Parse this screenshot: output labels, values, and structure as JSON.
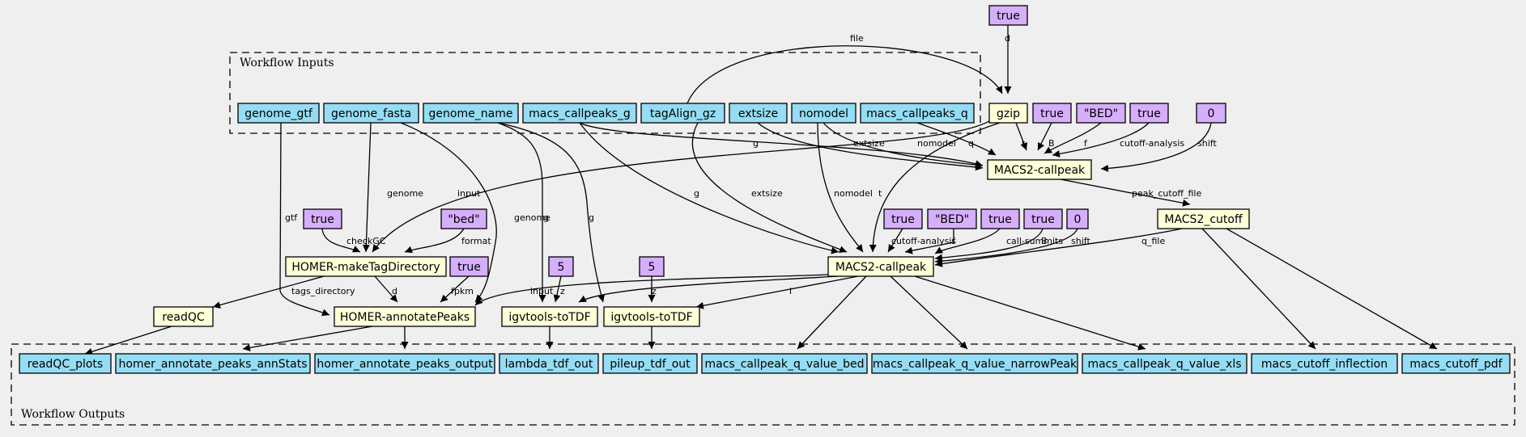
{
  "colors": {
    "background": "#efefef",
    "io_node": "#94ddf4",
    "step_node": "#ffffd8",
    "default_node": "#d5aefc"
  },
  "clusters": {
    "inputs": {
      "title": "Workflow Inputs"
    },
    "outputs": {
      "title": "Workflow Outputs"
    }
  },
  "nodes": {
    "in_genome_gtf": {
      "label": "genome_gtf",
      "kind": "io"
    },
    "in_genome_fasta": {
      "label": "genome_fasta",
      "kind": "io"
    },
    "in_genome_name": {
      "label": "genome_name",
      "kind": "io"
    },
    "in_macs_callpeaks_g": {
      "label": "macs_callpeaks_g",
      "kind": "io"
    },
    "in_tagalign_gz": {
      "label": "tagAlign_gz",
      "kind": "io"
    },
    "in_extsize": {
      "label": "extsize",
      "kind": "io"
    },
    "in_nomodel": {
      "label": "nomodel",
      "kind": "io"
    },
    "in_macs_callpeaks_q": {
      "label": "macs_callpeaks_q",
      "kind": "io"
    },
    "def_true_gzip": {
      "label": "true",
      "kind": "default"
    },
    "step_gzip": {
      "label": "gzip",
      "kind": "step"
    },
    "def_true_b1": {
      "label": "true",
      "kind": "default"
    },
    "def_bed_f1": {
      "label": "\"BED\"",
      "kind": "default"
    },
    "def_true_cutoff": {
      "label": "true",
      "kind": "default"
    },
    "def_zero_shift1": {
      "label": "0",
      "kind": "default"
    },
    "step_macs2_callpeak_1": {
      "label": "MACS2-callpeak",
      "kind": "step"
    },
    "step_macs2_cutoff": {
      "label": "MACS2_cutoff",
      "kind": "step"
    },
    "def_true_cutoff2": {
      "label": "true",
      "kind": "default"
    },
    "def_bed_f2": {
      "label": "\"BED\"",
      "kind": "default"
    },
    "def_true_summits": {
      "label": "true",
      "kind": "default"
    },
    "def_true_b2": {
      "label": "true",
      "kind": "default"
    },
    "def_zero_shift2": {
      "label": "0",
      "kind": "default"
    },
    "step_macs2_callpeak_2": {
      "label": "MACS2-callpeak",
      "kind": "step"
    },
    "def_true_checkgc": {
      "label": "true",
      "kind": "default"
    },
    "def_bed_format": {
      "label": "\"bed\"",
      "kind": "default"
    },
    "step_homer_maketag": {
      "label": "HOMER-makeTagDirectory",
      "kind": "step"
    },
    "def_true_fpkm": {
      "label": "true",
      "kind": "default"
    },
    "def_five_1": {
      "label": "5",
      "kind": "default"
    },
    "def_five_2": {
      "label": "5",
      "kind": "default"
    },
    "step_readqc": {
      "label": "readQC",
      "kind": "step"
    },
    "step_homer_annotate": {
      "label": "HOMER-annotatePeaks",
      "kind": "step"
    },
    "step_igvtools_1": {
      "label": "igvtools-toTDF",
      "kind": "step"
    },
    "step_igvtools_2": {
      "label": "igvtools-toTDF",
      "kind": "step"
    },
    "out_readqc_plots": {
      "label": "readQC_plots",
      "kind": "io"
    },
    "out_homer_annstats": {
      "label": "homer_annotate_peaks_annStats",
      "kind": "io"
    },
    "out_homer_output": {
      "label": "homer_annotate_peaks_output",
      "kind": "io"
    },
    "out_lambda_tdf": {
      "label": "lambda_tdf_out",
      "kind": "io"
    },
    "out_pileup_tdf": {
      "label": "pileup_tdf_out",
      "kind": "io"
    },
    "out_q_value_bed": {
      "label": "macs_callpeak_q_value_bed",
      "kind": "io"
    },
    "out_q_value_narrowpeak": {
      "label": "macs_callpeak_q_value_narrowPeak",
      "kind": "io"
    },
    "out_q_value_xls": {
      "label": "macs_callpeak_q_value_xls",
      "kind": "io"
    },
    "out_cutoff_inflection": {
      "label": "macs_cutoff_inflection",
      "kind": "io"
    },
    "out_cutoff_pdf": {
      "label": "macs_cutoff_pdf",
      "kind": "io"
    }
  },
  "edges": [
    {
      "from": "in_tagalign_gz",
      "to": "step_gzip",
      "label": "file"
    },
    {
      "from": "def_true_gzip",
      "to": "step_gzip",
      "label": "d"
    },
    {
      "from": "step_gzip",
      "to": "step_macs2_callpeak_1",
      "label": "t"
    },
    {
      "from": "def_true_b1",
      "to": "step_macs2_callpeak_1",
      "label": "B"
    },
    {
      "from": "def_bed_f1",
      "to": "step_macs2_callpeak_1",
      "label": "f"
    },
    {
      "from": "def_true_cutoff",
      "to": "step_macs2_callpeak_1",
      "label": "cutoff-analysis"
    },
    {
      "from": "def_zero_shift1",
      "to": "step_macs2_callpeak_1",
      "label": "shift"
    },
    {
      "from": "in_macs_callpeaks_g",
      "to": "step_macs2_callpeak_1",
      "label": "g"
    },
    {
      "from": "in_extsize",
      "to": "step_macs2_callpeak_1",
      "label": "extsize"
    },
    {
      "from": "in_nomodel",
      "to": "step_macs2_callpeak_1",
      "label": "nomodel"
    },
    {
      "from": "in_macs_callpeaks_q",
      "to": "step_macs2_callpeak_1",
      "label": "q"
    },
    {
      "from": "step_macs2_callpeak_1",
      "to": "step_macs2_cutoff",
      "label": "peak_cutoff_file"
    },
    {
      "from": "step_gzip",
      "to": "step_homer_maketag",
      "label": "input"
    },
    {
      "from": "step_gzip",
      "to": "step_macs2_callpeak_2",
      "label": "t"
    },
    {
      "from": "in_macs_callpeaks_g",
      "to": "step_macs2_callpeak_2",
      "label": "g"
    },
    {
      "from": "in_extsize",
      "to": "step_macs2_callpeak_2",
      "label": "extsize"
    },
    {
      "from": "in_nomodel",
      "to": "step_macs2_callpeak_2",
      "label": "nomodel"
    },
    {
      "from": "def_true_cutoff2",
      "to": "step_macs2_callpeak_2",
      "label": "cutoff-analysis"
    },
    {
      "from": "def_bed_f2",
      "to": "step_macs2_callpeak_2",
      "label": "f"
    },
    {
      "from": "def_true_summits",
      "to": "step_macs2_callpeak_2",
      "label": "call-summits"
    },
    {
      "from": "def_true_b2",
      "to": "step_macs2_callpeak_2",
      "label": "B"
    },
    {
      "from": "def_zero_shift2",
      "to": "step_macs2_callpeak_2",
      "label": "shift"
    },
    {
      "from": "step_macs2_cutoff",
      "to": "step_macs2_callpeak_2",
      "label": "q_file"
    },
    {
      "from": "in_genome_fasta",
      "to": "step_homer_maketag",
      "label": "genome"
    },
    {
      "from": "def_true_checkgc",
      "to": "step_homer_maketag",
      "label": "checkGC"
    },
    {
      "from": "def_bed_format",
      "to": "step_homer_maketag",
      "label": "format"
    },
    {
      "from": "in_genome_gtf",
      "to": "step_homer_annotate",
      "label": "gtf"
    },
    {
      "from": "in_genome_fasta",
      "to": "step_homer_annotate",
      "label": "genome"
    },
    {
      "from": "step_homer_maketag",
      "to": "step_homer_annotate",
      "label": "d"
    },
    {
      "from": "def_true_fpkm",
      "to": "step_homer_annotate",
      "label": "fpkm"
    },
    {
      "from": "step_macs2_callpeak_2",
      "to": "step_homer_annotate",
      "label": "input"
    },
    {
      "from": "step_homer_maketag",
      "to": "step_readqc",
      "label": "tags_directory"
    },
    {
      "from": "in_genome_name",
      "to": "step_igvtools_1",
      "label": "g"
    },
    {
      "from": "def_five_1",
      "to": "step_igvtools_1",
      "label": "z"
    },
    {
      "from": "step_macs2_callpeak_2",
      "to": "step_igvtools_1",
      "label": "i"
    },
    {
      "from": "in_genome_name",
      "to": "step_igvtools_2",
      "label": "g"
    },
    {
      "from": "def_five_2",
      "to": "step_igvtools_2",
      "label": "z"
    },
    {
      "from": "step_macs2_callpeak_2",
      "to": "step_igvtools_2",
      "label": "i"
    },
    {
      "from": "step_readqc",
      "to": "out_readqc_plots",
      "label": ""
    },
    {
      "from": "step_homer_annotate",
      "to": "out_homer_annstats",
      "label": ""
    },
    {
      "from": "step_homer_annotate",
      "to": "out_homer_output",
      "label": ""
    },
    {
      "from": "step_igvtools_1",
      "to": "out_lambda_tdf",
      "label": ""
    },
    {
      "from": "step_igvtools_2",
      "to": "out_pileup_tdf",
      "label": ""
    },
    {
      "from": "step_macs2_callpeak_2",
      "to": "out_q_value_bed",
      "label": ""
    },
    {
      "from": "step_macs2_callpeak_2",
      "to": "out_q_value_narrowpeak",
      "label": ""
    },
    {
      "from": "step_macs2_callpeak_2",
      "to": "out_q_value_xls",
      "label": ""
    },
    {
      "from": "step_macs2_cutoff",
      "to": "out_cutoff_inflection",
      "label": ""
    },
    {
      "from": "step_macs2_cutoff",
      "to": "out_cutoff_pdf",
      "label": ""
    }
  ]
}
